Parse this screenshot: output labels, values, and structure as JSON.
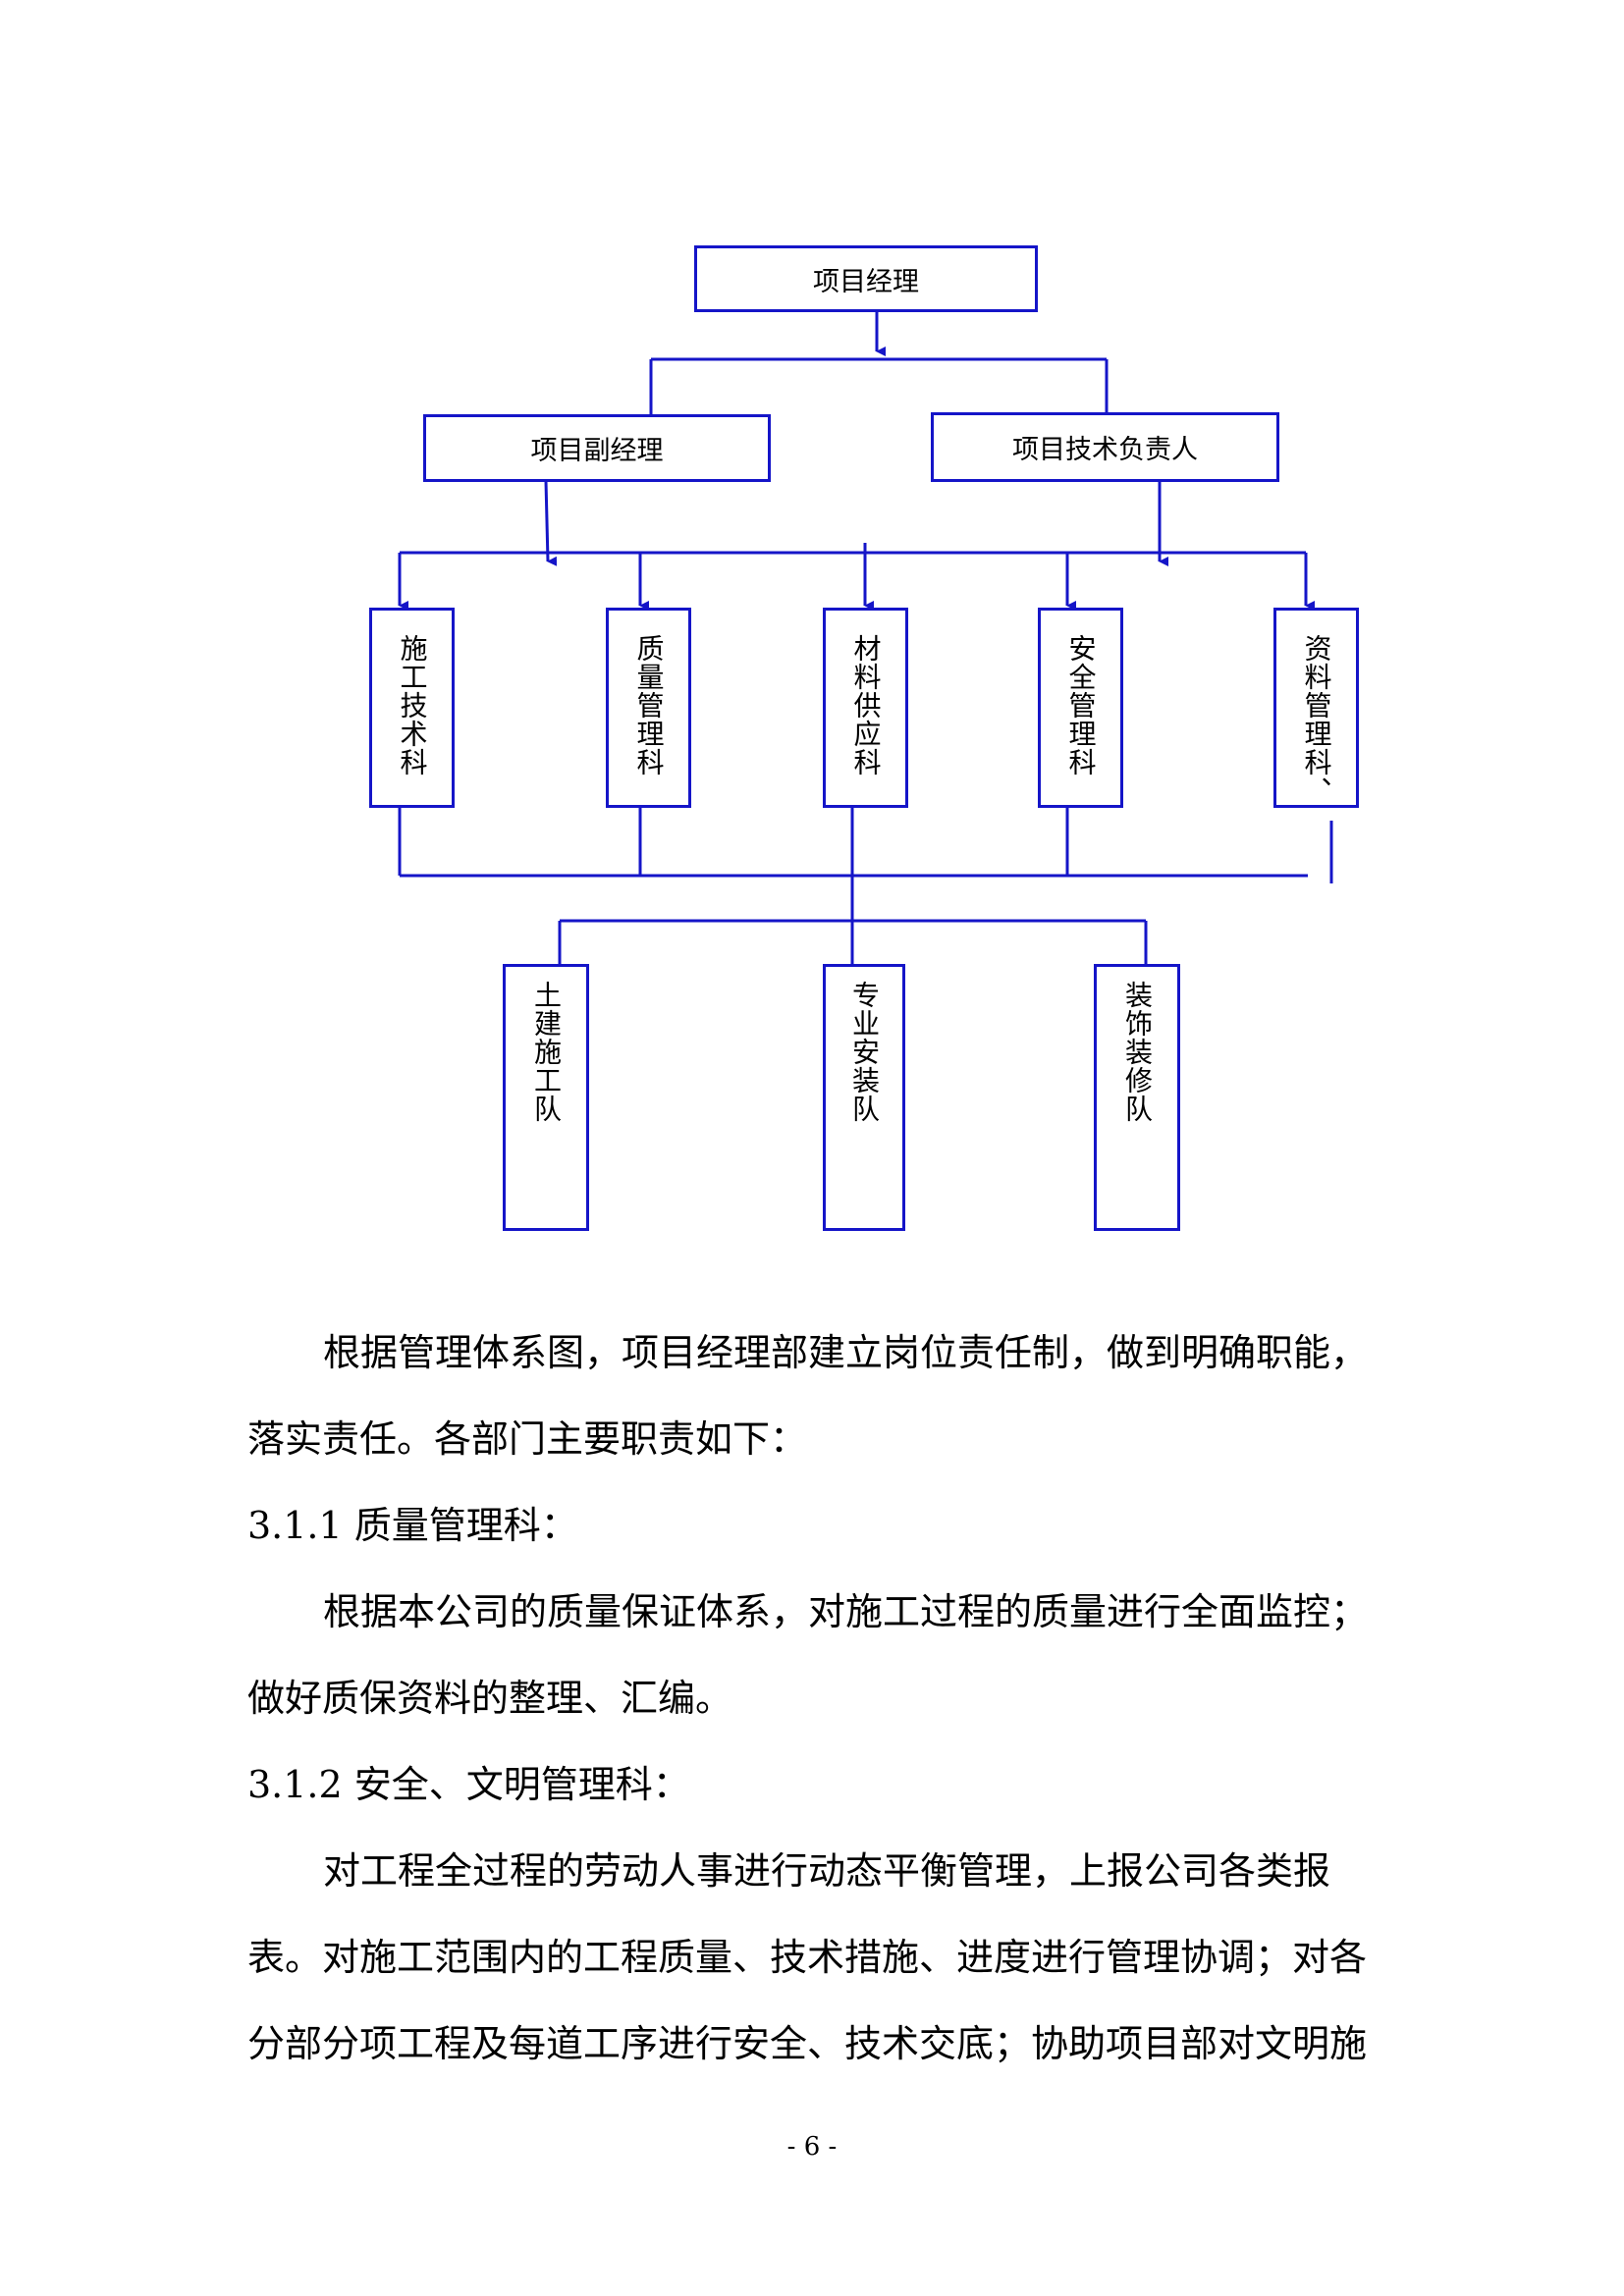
{
  "org_chart": {
    "top": "项目经理",
    "level2": [
      "项目副经理",
      "项目技术负责人"
    ],
    "departments": [
      "施工技术科",
      "质量管理科",
      "材料供应科",
      "安全管理科",
      "资料管理科、"
    ],
    "teams": [
      "土建施工队",
      "专业安装队",
      "装饰装修队"
    ],
    "line_color": "#1515c8"
  },
  "content": {
    "para1_line1": "根据管理体系图，项目经理部建立岗位责任制，做到明确职能，",
    "para1_line2": "落实责任。各部门主要职责如下：",
    "heading1": "3.1.1 质量管理科：",
    "para2_line1": "根据本公司的质量保证体系，对施工过程的质量进行全面监控；",
    "para2_line2": "做好质保资料的整理、汇编。",
    "heading2": "3.1.2 安全、文明管理科：",
    "para3_line1": "对工程全过程的劳动人事进行动态平衡管理，上报公司各类报",
    "para3_line2": "表。对施工范围内的工程质量、技术措施、进度进行管理协调；对各",
    "para3_line3": "分部分项工程及每道工序进行安全、技术交底；协助项目部对文明施"
  },
  "footer": {
    "page_number": "- 6 -"
  }
}
